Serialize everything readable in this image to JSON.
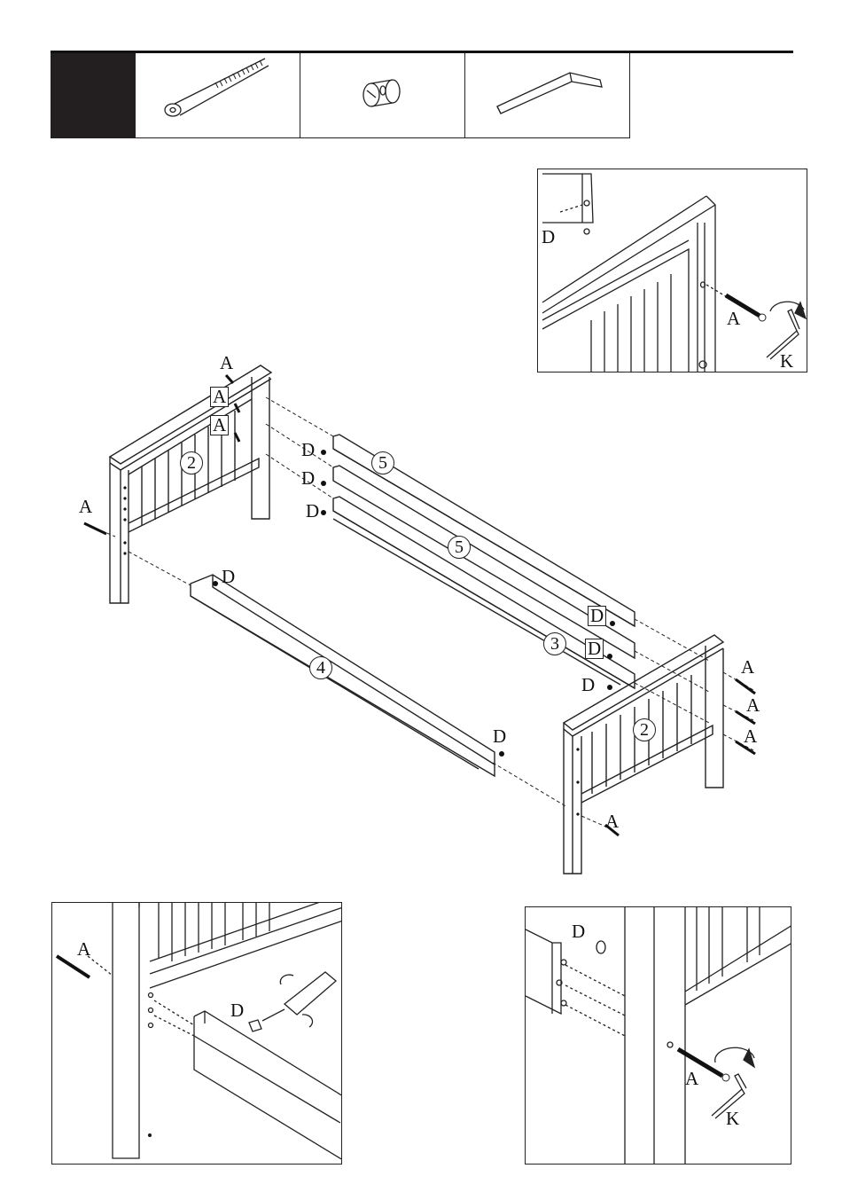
{
  "header": {
    "step_number": "",
    "parts": [
      {
        "icon": "bolt-icon"
      },
      {
        "icon": "barrel-nut-icon"
      },
      {
        "icon": "allen-key-icon"
      }
    ]
  },
  "labels": {
    "bolt": "A",
    "nut": "D",
    "key": "K",
    "headboard": "2",
    "side_rail": "4",
    "slat_rail": "5",
    "center_rail": "3"
  },
  "colors": {
    "ink": "#111111",
    "step_box": "#231f20"
  }
}
